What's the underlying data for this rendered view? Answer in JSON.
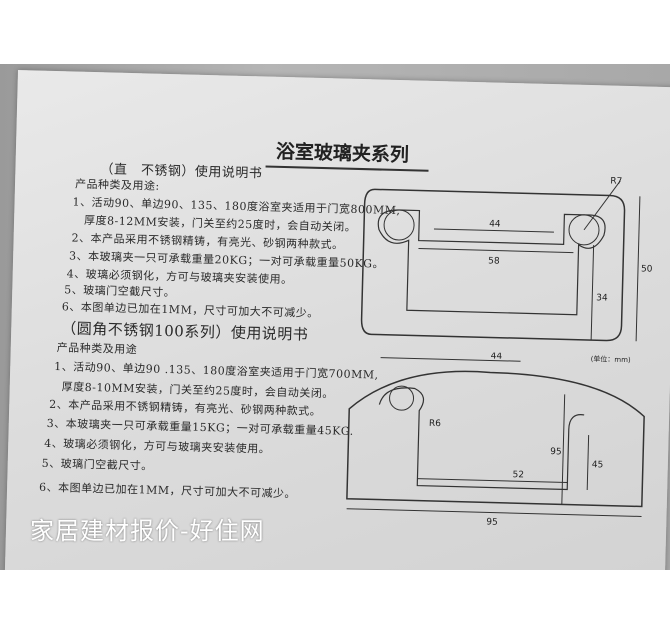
{
  "document": {
    "title": "浴室玻璃夹系列",
    "section1": {
      "heading": "（直　不锈钢）使用说明书",
      "subheading": "产品种类及用途:",
      "items": [
        "1、活动90、单边90、135、180度浴室夹适用于门宽800MM,",
        "厚度8-12MM安装，门关至约25度时，会自动关闭。",
        "2、本产品采用不锈钢精铸，有亮光、砂钢两种款式。",
        "3、本玻璃夹一只可承载重量20KG；一对可承载重量50KG。",
        "4、玻璃必须钢化，方可与玻璃夹安装使用。",
        "5、玻璃门空截尺寸。",
        "6、本图单边已加在1MM，尺寸可加大不可减少。"
      ]
    },
    "section2": {
      "heading": "（圆角不锈钢100系列）使用说明书",
      "subheading": "产品种类及用途",
      "items": [
        "1、活动90、单边90 .135、180度浴室夹适用于门宽700MM,",
        "厚度8-10MM安装，门关至约25度时，会自动关闭。",
        "2、本产品采用不锈钢精铸，有亮光、砂钢两种款式。",
        "3、本玻璃夹一只可承载重量15KG；一对可承载重量45KG.",
        "4、玻璃必须钢化，方可与玻璃夹安装使用。",
        "5、玻璃门空截尺寸。",
        "6、本图单边已加在1MM，尺寸可加大不可减少。"
      ]
    },
    "diagram1": {
      "radius": "R7",
      "dim_a": "44",
      "dim_b": "58",
      "dim_c": "34",
      "dim_d": "50",
      "unit": "(单位：mm)"
    },
    "diagram2": {
      "top": "44",
      "radius": "R6",
      "height": "95",
      "inner": "45",
      "inner_width": "52",
      "width": "95"
    }
  },
  "watermark": "家居建材报价-好住网"
}
